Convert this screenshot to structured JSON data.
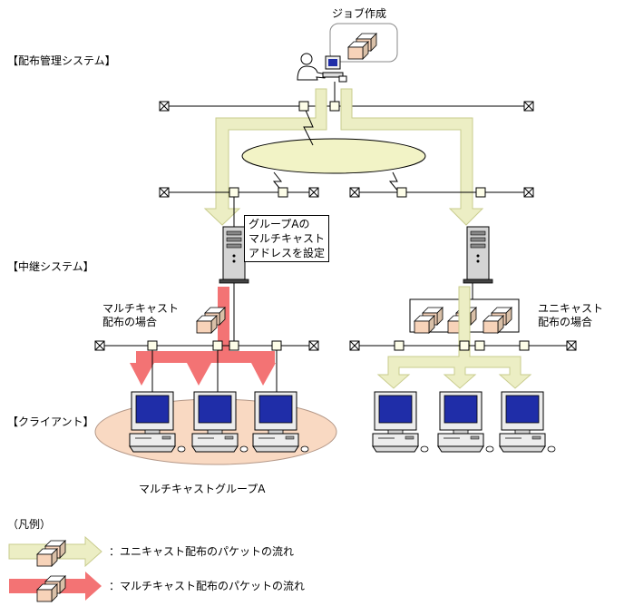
{
  "labels": {
    "job_creation": "ジョブ作成",
    "distribution_mgmt_system": "【配布管理システム】",
    "relay_system": "【中継システム】",
    "client": "【クライアント】",
    "group_a_note_line1": "グループAの",
    "group_a_note_line2": "マルチキャスト",
    "group_a_note_line3": "アドレスを設定",
    "multicast_case_line1": "マルチキャスト",
    "multicast_case_line2": "配布の場合",
    "unicast_case_line1": "ユニキャスト",
    "unicast_case_line2": "配布の場合",
    "multicast_group": "マルチキャストグループA"
  },
  "legend": {
    "title": "（凡例）",
    "unicast_desc": "：ユニキャスト配布のパケットの流れ",
    "multicast_desc": "：マルチキャスト配布のパケットの流れ"
  },
  "colors": {
    "unicast_flow": "#ECEEC4",
    "unicast_flow_border": "#C9CC8E",
    "multicast_flow": "#F37374",
    "cloud_fill": "#F2F3C6",
    "group_fill": "#F9D9C2",
    "package_front": "#F7D3B9",
    "monitor_screen": "#1F2DA8"
  }
}
